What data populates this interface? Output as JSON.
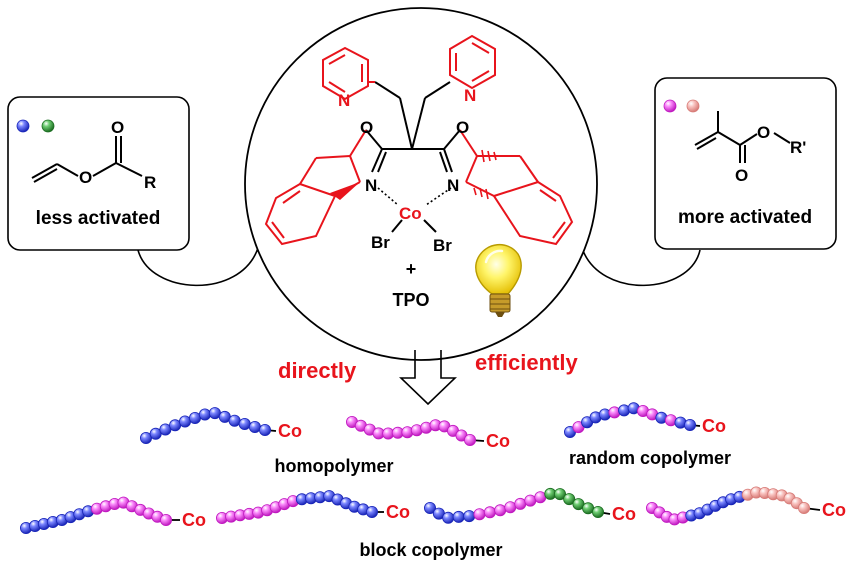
{
  "left_box": {
    "label": "less activated",
    "carbonyl_o": "O",
    "ester_o": "O",
    "r_group": "R",
    "dot_colors": [
      "#2b3ee8",
      "#2e9a35"
    ]
  },
  "right_box": {
    "label": "more activated",
    "carbonyl_o": "O",
    "ester_o": "O",
    "r_group": "R'",
    "dot_colors": [
      "#f048f0",
      "#f4a3a0"
    ]
  },
  "catalyst": {
    "ring_o_left": "O",
    "ring_o_right": "O",
    "ring_n_left": "N",
    "ring_n_right": "N",
    "pyridine_n_left": "N",
    "pyridine_n_right": "N",
    "metal": "Co",
    "halide_left": "Br",
    "halide_right": "Br",
    "plus": "+",
    "additive": "TPO"
  },
  "labels": {
    "directly": "directly",
    "efficiently": "efficiently",
    "homopolymer": "homopolymer",
    "random_copolymer": "random copolymer",
    "block_copolymer": "block copolymer"
  },
  "chain_end": "Co",
  "colors": {
    "blue": "#2b3ee8",
    "green": "#2e9a35",
    "magenta": "#f048f0",
    "pink": "#f4a3a0",
    "red": "#e8141c",
    "black": "#000000"
  }
}
